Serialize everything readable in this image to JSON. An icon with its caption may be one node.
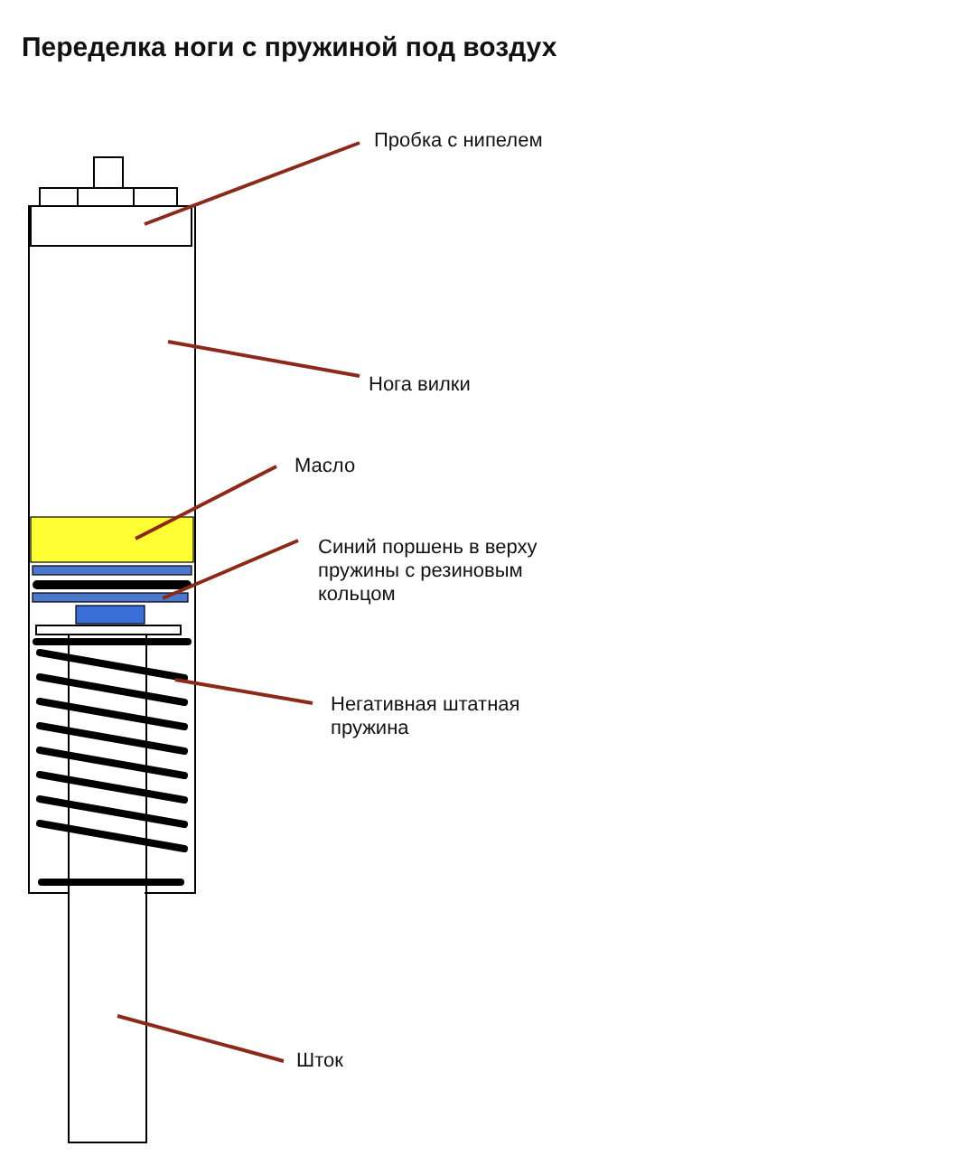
{
  "diagram": {
    "title": "Переделка ноги с пружиной под воздух",
    "nodes": [
      {
        "text": [
          "Пробка с нипелем"
        ]
      },
      {
        "text": [
          "Нога вилки"
        ]
      },
      {
        "text": [
          "Масло"
        ]
      },
      {
        "text": [
          "Синий поршень в верху пружины с резиновым кольцом"
        ]
      },
      {
        "text": [
          "Негативная штатная пружина"
        ]
      },
      {
        "text": [
          "Шток"
        ]
      },
      {
        "text": [],
        "shape": "box"
      },
      {
        "text": [],
        "shape": "box"
      },
      {
        "text": [],
        "shape": "bar",
        "in": 7
      },
      {
        "text": [],
        "shape": "box",
        "in": 7
      },
      {
        "text": [],
        "shape": "spring",
        "in": 7
      },
      {
        "text": [],
        "shape": "box"
      }
    ],
    "edges": [
      {
        "from": 0,
        "to": 6,
        "arrow": "none"
      },
      {
        "from": 1,
        "to": 7,
        "arrow": "none"
      },
      {
        "from": 2,
        "to": 8,
        "arrow": "none"
      },
      {
        "from": 3,
        "to": 9,
        "arrow": "none"
      },
      {
        "from": 4,
        "to": 10,
        "arrow": "none"
      },
      {
        "from": 5,
        "to": 11,
        "arrow": "none"
      }
    ]
  }
}
